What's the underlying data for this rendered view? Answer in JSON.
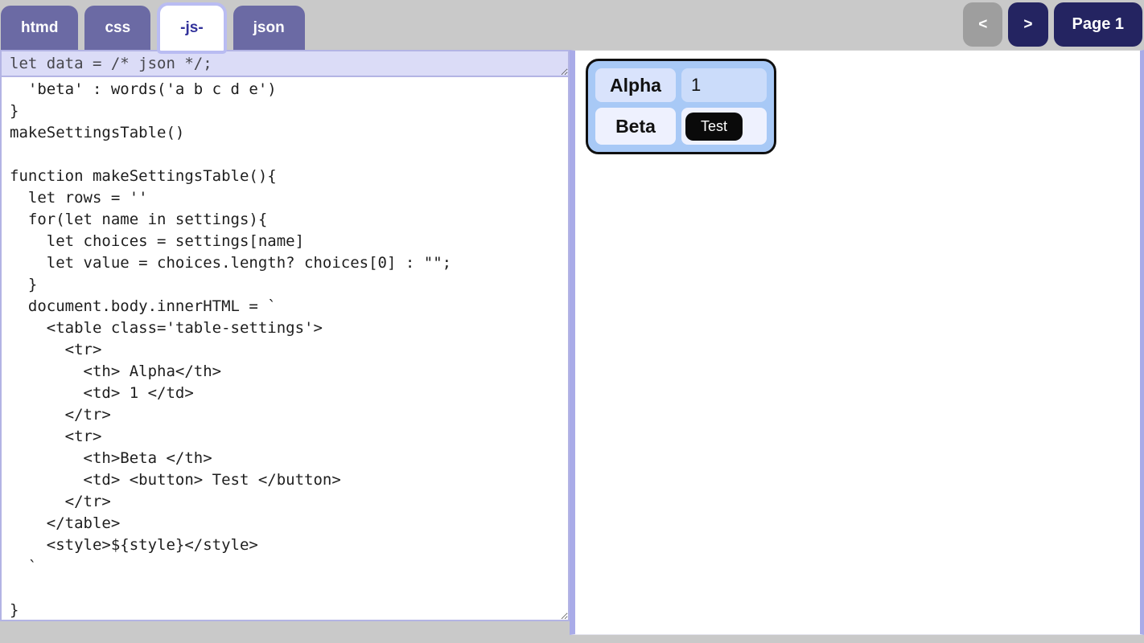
{
  "tab_bar": {
    "tabs": [
      {
        "label": "htmd",
        "active": false
      },
      {
        "label": "css",
        "active": false
      },
      {
        "label": "-js-",
        "active": true
      },
      {
        "label": "json",
        "active": false
      }
    ]
  },
  "pager": {
    "prev_label": "<",
    "next_label": ">",
    "page_label": "Page 1"
  },
  "editor": {
    "wrapper_line": "let data = /* json */;",
    "code": "  'beta' : words('a b c d e')\n}\nmakeSettingsTable()\n\nfunction makeSettingsTable(){\n  let rows = ''\n  for(let name in settings){\n    let choices = settings[name]\n    let value = choices.length? choices[0] : \"\";\n  }\n  document.body.innerHTML = `\n    <table class='table-settings'>\n      <tr>\n        <th> Alpha</th>\n        <td> 1 </td>\n      </tr>\n      <tr>\n        <th>Beta </th>\n        <td> <button> Test </button>\n      </tr>\n    </table>\n    <style>${style}</style>\n  `\n\n}"
  },
  "preview": {
    "settings_table": {
      "rows": [
        {
          "header": "Alpha",
          "value": "1",
          "value_kind": "text"
        },
        {
          "header": "Beta",
          "value": "Test",
          "value_kind": "button"
        }
      ]
    }
  },
  "colors": {
    "page_background": "#c9c9c9",
    "tab_inactive": "#6b6aa4",
    "tab_active_text": "#32329b",
    "tab_active_border": "#b9bcf2",
    "nav_button": "#242461",
    "nav_button_disabled": "#9e9e9e",
    "wrapper_textarea_bg": "#dbdcf7",
    "panel_border": "#a9abe8",
    "preview_table_bg": "#a8c9f6",
    "preview_row1_cell": "#d9e3fc",
    "preview_row2_cell": "#eef1fe",
    "test_button_bg": "#0a0a0a"
  }
}
